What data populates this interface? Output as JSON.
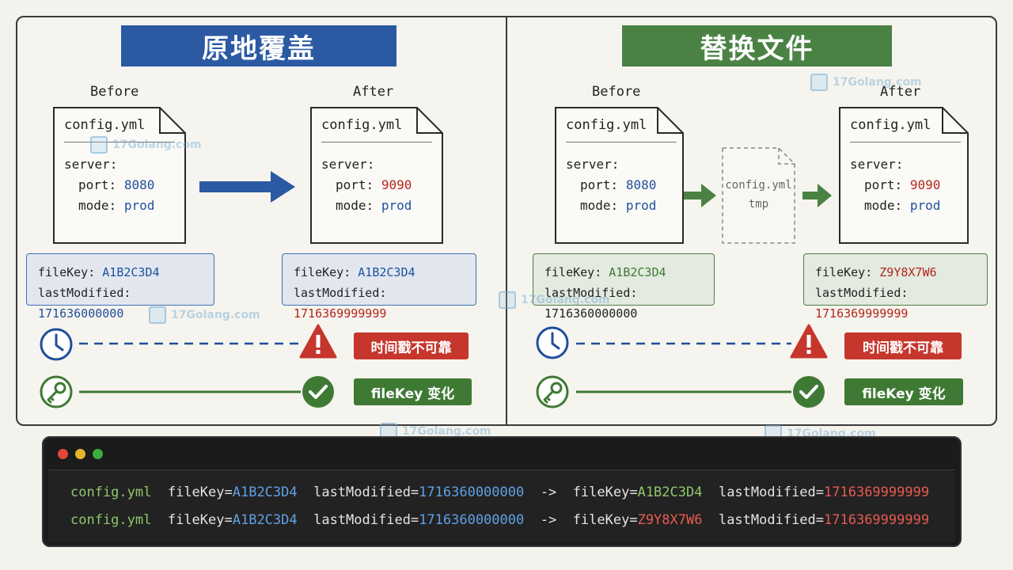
{
  "left": {
    "title": "原地覆盖",
    "before": {
      "caption": "Before",
      "file": "config.yml",
      "server": "server:",
      "port_key": "port:",
      "port": "8080",
      "mode_key": "mode:",
      "mode": "prod",
      "filekey_label": "fileKey:",
      "filekey": "A1B2C3D4",
      "modified_label": "lastModified:",
      "modified": "171636000000"
    },
    "after": {
      "caption": "After",
      "file": "config.yml",
      "server": "server:",
      "port_key": "port:",
      "port": "9090",
      "mode_key": "mode:",
      "mode": "prod",
      "filekey_label": "fileKey:",
      "filekey": "A1B2C3D4",
      "modified_label": "lastModified:",
      "modified": "1716369999999"
    },
    "timestamp_tag": "时间戳不可靠",
    "filekey_tag": "fileKey 变化"
  },
  "right": {
    "title": "替换文件",
    "before": {
      "caption": "Before",
      "file": "config.yml",
      "server": "server:",
      "port_key": "port:",
      "port": "8080",
      "mode_key": "mode:",
      "mode": "prod",
      "filekey_label": "fileKey:",
      "filekey": "A1B2C3D4",
      "modified_label": "lastModified:",
      "modified": "1716360000000"
    },
    "tmp": {
      "line1": "config.yml",
      "line2": "tmp"
    },
    "after": {
      "caption": "After",
      "file": "config.yml",
      "server": "server:",
      "port_key": "port:",
      "port": "9090",
      "mode_key": "mode:",
      "mode": "prod",
      "filekey_label": "fileKey:",
      "filekey": "Z9Y8X7W6",
      "modified_label": "lastModified:",
      "modified": "1716369999999"
    },
    "timestamp_tag": "时间戳不可靠",
    "filekey_tag": "fileKey 变化"
  },
  "terminal": {
    "lines": [
      {
        "file": "config.yml",
        "k1": "fileKey=",
        "v1": "A1B2C3D4",
        "k2": "lastModified=",
        "v2": "1716360000000",
        "arrow": "->",
        "k3": "fileKey=",
        "v3": "A1B2C3D4",
        "k4": "lastModified=",
        "v4": "1716369999999"
      },
      {
        "file": "config.yml",
        "k1": "fileKey=",
        "v1": "A1B2C3D4",
        "k2": "lastModified=",
        "v2": "1716360000000",
        "arrow": "->",
        "k3": "fileKey=",
        "v3": "Z9Y8X7W6",
        "k4": "lastModified=",
        "v4": "1716369999999"
      }
    ]
  },
  "watermark": "17Golang.com",
  "colors": {
    "blue": "#2b5aa3",
    "green": "#4a8244",
    "red": "#c6362c",
    "terminal_bg": "#1b1b1b"
  },
  "icons": [
    "clock-icon",
    "warning-icon",
    "key-icon",
    "check-icon",
    "arrow-right-icon"
  ]
}
